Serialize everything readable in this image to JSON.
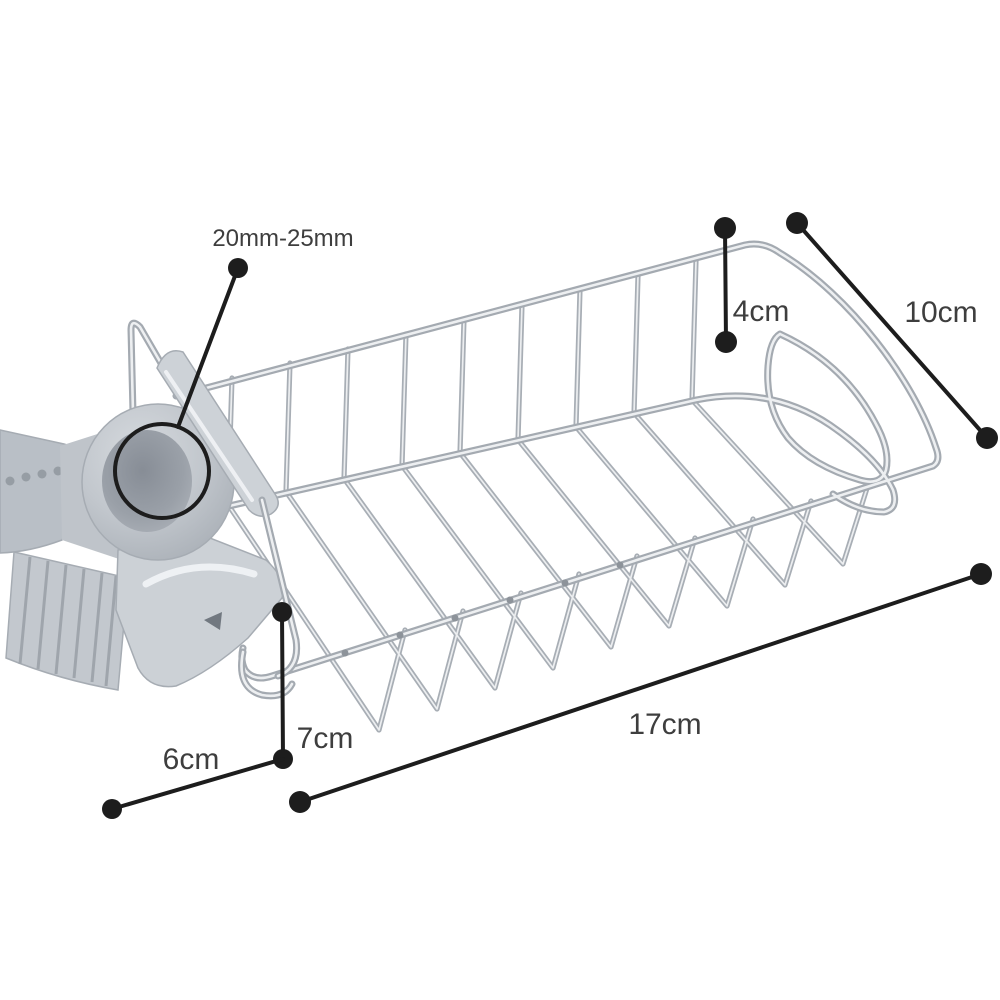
{
  "image": {
    "type": "product dimension diagram",
    "subject": "Faucet-mounted stainless steel sink caddy rack with adjustable clamp",
    "background": "#ffffff"
  },
  "product": {
    "basket": "chrome wire basket",
    "clamp": "gray plastic faucet clamp",
    "hook": "wire faucet hook"
  },
  "colors": {
    "annotation_line": "#1d1d1d",
    "annotation_text": "#3e3e3e",
    "chrome_dark": "#a4aab1",
    "chrome_light": "#edeff1",
    "clamp_base": "#c9ced4",
    "clamp_shadow": "#a6acb3"
  },
  "dimensions": {
    "clamp_diameter": {
      "label": "20mm-25mm"
    },
    "basket_depth": {
      "label": "4cm"
    },
    "basket_width": {
      "label": "10cm"
    },
    "basket_length": {
      "label": "17cm"
    },
    "clamp_height": {
      "label": "7cm"
    },
    "clamp_offset": {
      "label": "6cm"
    }
  }
}
